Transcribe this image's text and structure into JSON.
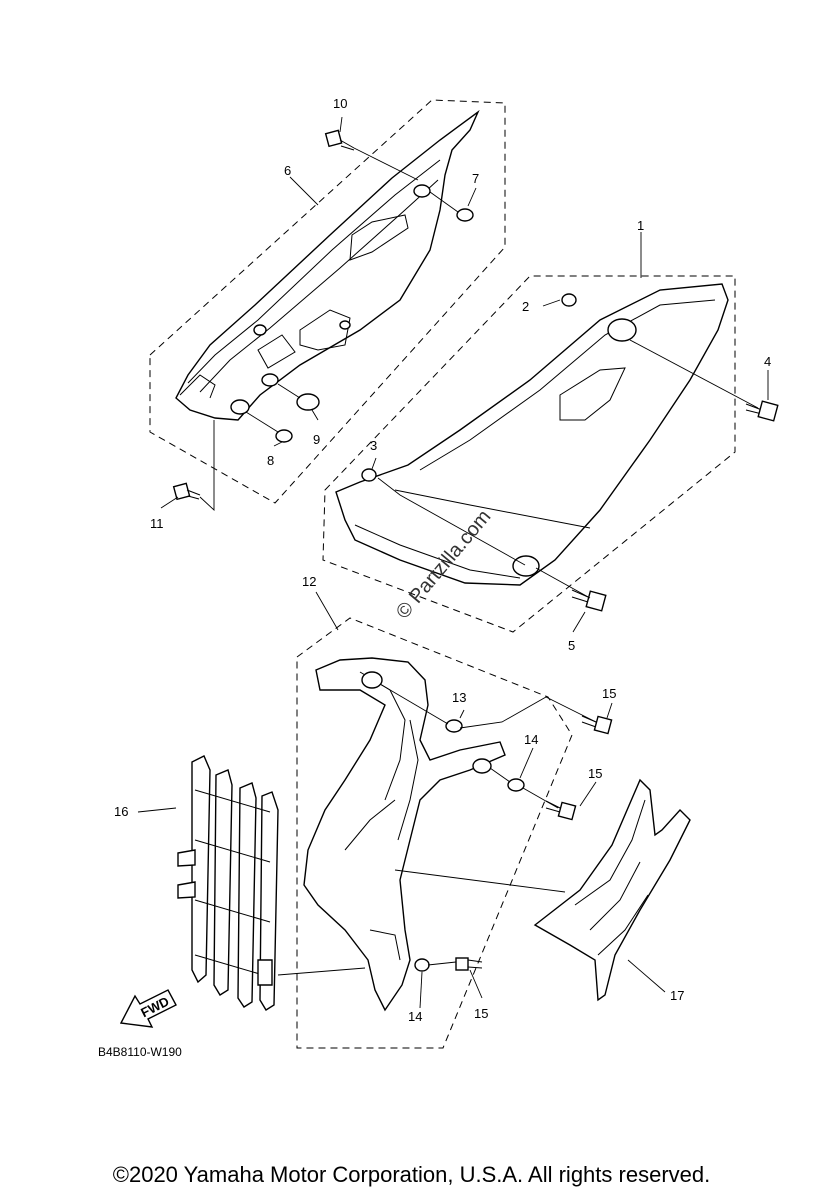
{
  "callouts": [
    "1",
    "2",
    "3",
    "4",
    "5",
    "6",
    "7",
    "8",
    "9",
    "10",
    "11",
    "12",
    "13",
    "14",
    "14",
    "15",
    "15",
    "15",
    "16",
    "17"
  ],
  "diagram_code": "B4B8110-W190",
  "fwd_label": "FWD",
  "watermark": "© Partzilla.com",
  "copyright": "©2020 Yamaha Motor Corporation, U.S.A. All rights reserved."
}
